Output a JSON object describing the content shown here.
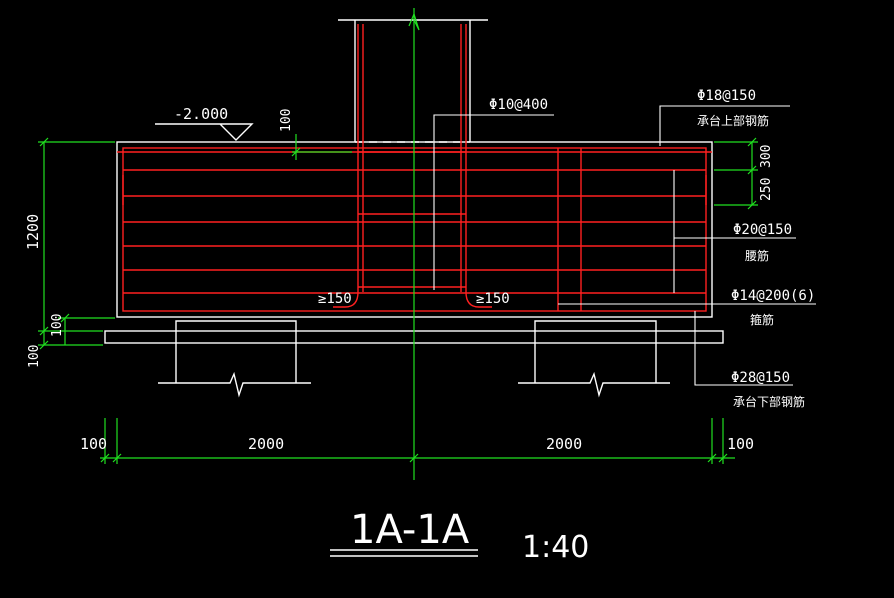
{
  "drawing": {
    "title": "1A-1A",
    "scale": "1:40",
    "elevation": "-2.000",
    "colors": {
      "background": "#000000",
      "outline": "#ffffff",
      "rebar": "#ff2020",
      "dimension": "#20e020"
    },
    "annotations": {
      "stirrup_column": "Φ10@400",
      "top_bar": "Φ18@150",
      "top_bar_desc": "承台上部钢筋",
      "waist_bar": "Φ20@150",
      "waist_bar_desc": "腰筋",
      "tie_bar": "Φ14@200(6)",
      "tie_bar_desc": "箍筋",
      "bottom_bar": "Φ28@150",
      "bottom_bar_desc": "承台下部钢筋",
      "hook_left": "≥150",
      "hook_right": "≥150"
    },
    "dimensions": {
      "height_total": "1200",
      "bottom_cover_a": "100",
      "bottom_cover_b": "100",
      "top_offset": "100",
      "right_top": "300",
      "right_second": "250",
      "left_edge": "100",
      "span_left": "2000",
      "span_right": "2000",
      "right_edge": "100"
    }
  }
}
